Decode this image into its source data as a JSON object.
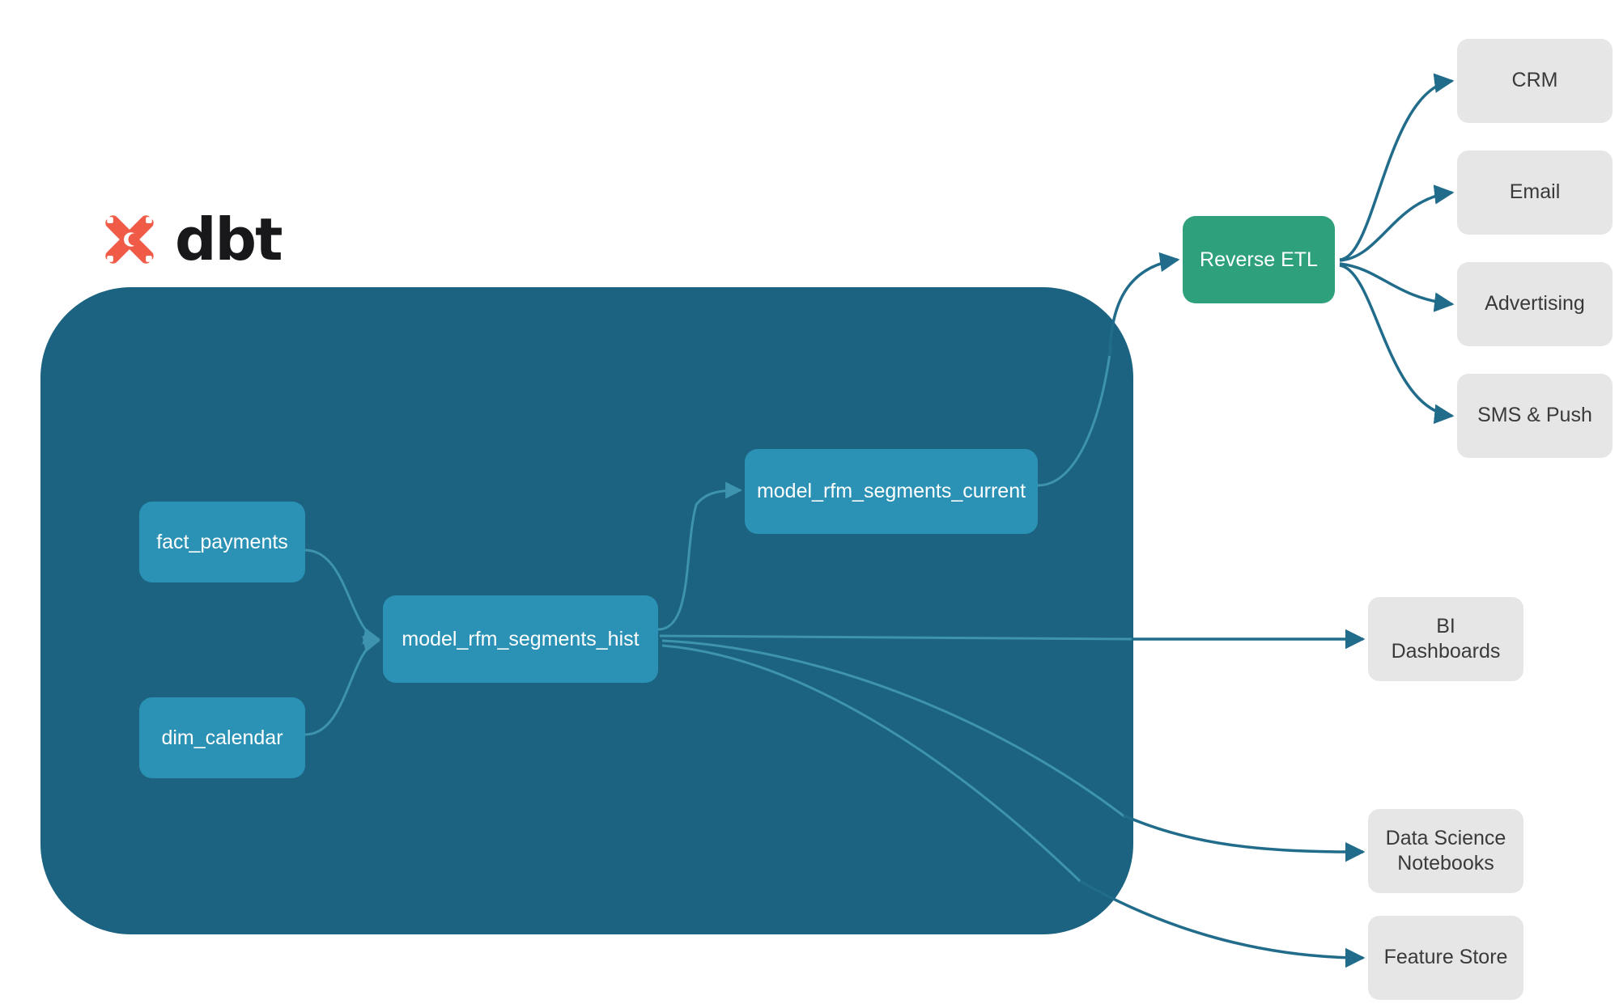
{
  "brand": {
    "logo_icon": "dbt-logo-mark",
    "wordmark": "dbt",
    "logo_color": "#EF5B46",
    "wordmark_color": "#18181A"
  },
  "diagram": {
    "type": "flow-lineage",
    "background": "#FFFFFF",
    "container": {
      "name": "dbt-project-container",
      "color": "#1B6380",
      "label": ""
    },
    "palette": {
      "model_node": "#2B92B5",
      "reverse_etl_node": "#2FA07C",
      "destination_node": "#E6E6E6",
      "edge_outer": "#216C8A",
      "edge_inner": "#3E93AE",
      "node_text": "#FFFFFF",
      "destination_text": "#3A3A3A"
    },
    "models": [
      {
        "id": "fact_payments",
        "label": "fact_payments"
      },
      {
        "id": "dim_calendar",
        "label": "dim_calendar"
      },
      {
        "id": "model_rfm_segments_hist",
        "label": "model_rfm_segments_hist"
      },
      {
        "id": "model_rfm_segments_current",
        "label": "model_rfm_segments_current"
      }
    ],
    "activation": {
      "id": "reverse_etl",
      "label": "Reverse ETL"
    },
    "destinations_activation": [
      {
        "id": "crm",
        "label": "CRM"
      },
      {
        "id": "email",
        "label": "Email"
      },
      {
        "id": "advertising",
        "label": "Advertising"
      },
      {
        "id": "sms_push",
        "label": "SMS & Push"
      }
    ],
    "destinations_analytics": [
      {
        "id": "bi_dashboards",
        "label": "BI Dashboards"
      },
      {
        "id": "ds_notebooks",
        "label": "Data Science\nNotebooks",
        "line1": "Data Science",
        "line2": "Notebooks"
      },
      {
        "id": "feature_store",
        "label": "Feature Store"
      }
    ],
    "edges": [
      {
        "from": "fact_payments",
        "to": "model_rfm_segments_hist",
        "style": "curved-arrow",
        "scope": "inner"
      },
      {
        "from": "dim_calendar",
        "to": "model_rfm_segments_hist",
        "style": "curved-arrow",
        "scope": "inner"
      },
      {
        "from": "model_rfm_segments_hist",
        "to": "model_rfm_segments_current",
        "style": "curved-arrow",
        "scope": "inner"
      },
      {
        "from": "model_rfm_segments_current",
        "to": "reverse_etl",
        "style": "curved-arrow",
        "scope": "outer"
      },
      {
        "from": "model_rfm_segments_hist",
        "to": "bi_dashboards",
        "style": "straight-arrow",
        "scope": "outer"
      },
      {
        "from": "model_rfm_segments_hist",
        "to": "ds_notebooks",
        "style": "curved-arrow",
        "scope": "outer"
      },
      {
        "from": "model_rfm_segments_hist",
        "to": "feature_store",
        "style": "curved-arrow",
        "scope": "outer"
      },
      {
        "from": "reverse_etl",
        "to": "crm",
        "style": "curved-arrow",
        "scope": "outer"
      },
      {
        "from": "reverse_etl",
        "to": "email",
        "style": "curved-arrow",
        "scope": "outer"
      },
      {
        "from": "reverse_etl",
        "to": "advertising",
        "style": "curved-arrow",
        "scope": "outer"
      },
      {
        "from": "reverse_etl",
        "to": "sms_push",
        "style": "curved-arrow",
        "scope": "outer"
      }
    ]
  }
}
